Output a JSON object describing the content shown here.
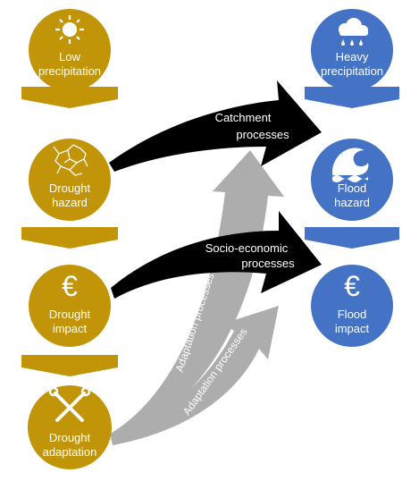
{
  "colors": {
    "drought": "#C29508",
    "flood": "#4472C4",
    "arrow_dark": "#000000",
    "arrow_grey": "#ADADAD",
    "text": "#FFFFFF"
  },
  "drought": {
    "low_precipitation": {
      "line1": "Low",
      "line2": "precipitation",
      "icon": "sun-icon"
    },
    "drought_hazard": {
      "line1": "Drought",
      "line2": "hazard",
      "icon": "cracked-earth-icon"
    },
    "drought_impact": {
      "line1": "Drought",
      "line2": "impact",
      "icon": "euro-icon"
    },
    "drought_adaptation": {
      "line1": "Drought",
      "line2": "adaptation",
      "icon": "tools-icon"
    }
  },
  "flood": {
    "heavy_precipitation": {
      "line1": "Heavy",
      "line2": "precipitation",
      "icon": "rain-cloud-icon"
    },
    "flood_hazard": {
      "line1": "Flood",
      "line2": "hazard",
      "icon": "wave-icon"
    },
    "flood_impact": {
      "line1": "Flood",
      "line2": "impact",
      "icon": "euro-icon"
    }
  },
  "arrows": {
    "catchment": {
      "line1": "Catchment",
      "line2": "processes"
    },
    "socio_economic": {
      "line1": "Socio-economic",
      "line2": "processes"
    },
    "adaptation_upper": "Adaptation processes",
    "adaptation_lower": "Adaptation processes"
  },
  "icon_glyphs": {
    "euro": "€"
  }
}
